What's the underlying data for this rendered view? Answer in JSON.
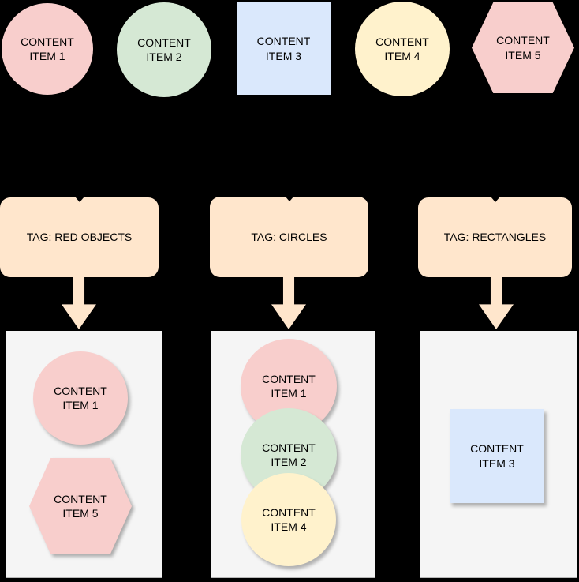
{
  "palette": {
    "background": "#000000",
    "pink_fill": "#f8cecc",
    "green_fill": "#d5e8d4",
    "blue_fill": "#dae8fc",
    "yellow_fill": "#fff2cc",
    "tag_fill": "#ffe6cc",
    "container_fill": "#f5f5f5",
    "text_color": "#000000"
  },
  "source_row": {
    "items": [
      {
        "label": "CONTENT\nITEM 1",
        "shape": "circle",
        "color": "pink"
      },
      {
        "label": "CONTENT\nITEM 2",
        "shape": "circle",
        "color": "green"
      },
      {
        "label": "CONTENT\nITEM 3",
        "shape": "square",
        "color": "blue"
      },
      {
        "label": "CONTENT\nITEM 4",
        "shape": "circle",
        "color": "yellow"
      },
      {
        "label": "CONTENT\nITEM 5",
        "shape": "hexagon",
        "color": "pink"
      }
    ]
  },
  "tags": [
    {
      "label": "TAG: RED OBJECTS"
    },
    {
      "label": "TAG: CIRCLES"
    },
    {
      "label": "TAG: RECTANGLES"
    }
  ],
  "groups": [
    {
      "tag": "TAG: RED OBJECTS",
      "members": [
        {
          "label": "CONTENT\nITEM 1",
          "shape": "circle",
          "color": "pink"
        },
        {
          "label": "CONTENT\nITEM 5",
          "shape": "hexagon",
          "color": "pink"
        }
      ]
    },
    {
      "tag": "TAG: CIRCLES",
      "members": [
        {
          "label": "CONTENT\nITEM 1",
          "shape": "circle",
          "color": "pink"
        },
        {
          "label": "CONTENT\nITEM 2",
          "shape": "circle",
          "color": "green"
        },
        {
          "label": "CONTENT\nITEM 4",
          "shape": "circle",
          "color": "yellow"
        }
      ]
    },
    {
      "tag": "TAG: RECTANGLES",
      "members": [
        {
          "label": "CONTENT\nITEM 3",
          "shape": "square",
          "color": "blue"
        }
      ]
    }
  ]
}
